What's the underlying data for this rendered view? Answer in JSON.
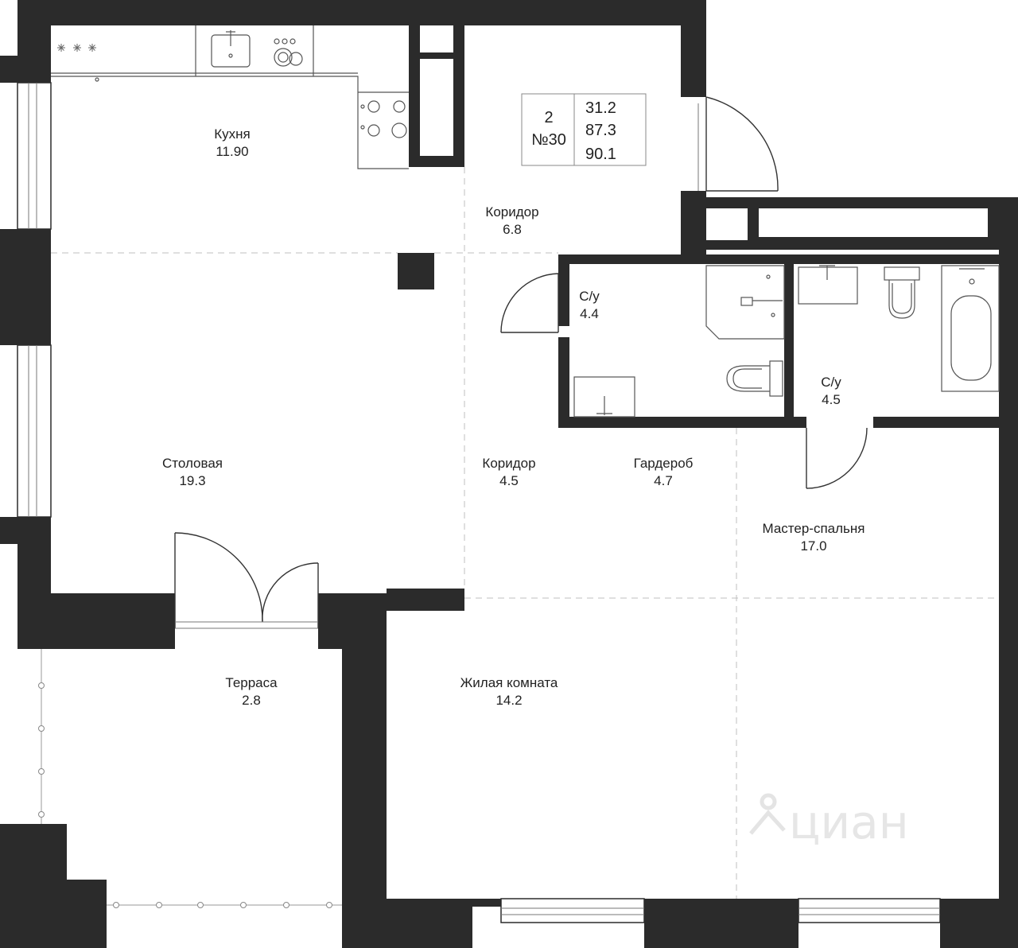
{
  "plan_info": {
    "rooms_count": "2",
    "apartment_number": "№30",
    "living_area": "31.2",
    "area_without_terrace": "87.3",
    "total_area": "90.1"
  },
  "rooms": {
    "kitchen": {
      "name": "Кухня",
      "area": "11.90"
    },
    "corridor_top": {
      "name": "Коридор",
      "area": "6.8"
    },
    "bathroom_1": {
      "name": "С/у",
      "area": "4.4"
    },
    "bathroom_2": {
      "name": "С/у",
      "area": "4.5"
    },
    "dining": {
      "name": "Столовая",
      "area": "19.3"
    },
    "corridor_mid": {
      "name": "Коридор",
      "area": "4.5"
    },
    "wardrobe": {
      "name": "Гардероб",
      "area": "4.7"
    },
    "master_bedroom": {
      "name": "Мастер-спальня",
      "area": "17.0"
    },
    "terrace": {
      "name": "Терраса",
      "area": "2.8"
    },
    "living_room": {
      "name": "Жилая комната",
      "area": "14.2"
    }
  },
  "watermark": {
    "text": "циан"
  },
  "colors": {
    "wall": "#2b2b2b",
    "background": "#ffffff",
    "text": "#222222"
  }
}
